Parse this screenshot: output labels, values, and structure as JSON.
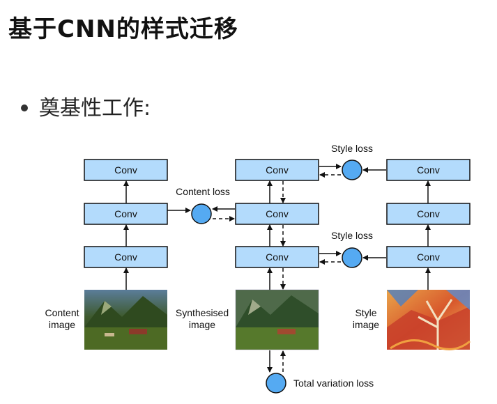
{
  "title": "基于CNN的样式迁移",
  "bullet": "奠基性工作:",
  "diagram": {
    "conv_label": "Conv",
    "content_loss": "Content loss",
    "style_loss_top": "Style loss",
    "style_loss_bottom": "Style loss",
    "total_variation_loss": "Total variation loss",
    "content_image_line1": "Content",
    "content_image_line2": "image",
    "synth_image_line1": "Synthesised",
    "synth_image_line2": "image",
    "style_image_line1": "Style",
    "style_image_line2": "image"
  },
  "colors": {
    "conv_fill": "#b3dbfc",
    "loss_fill": "#55aaf2",
    "stroke": "#111111"
  }
}
